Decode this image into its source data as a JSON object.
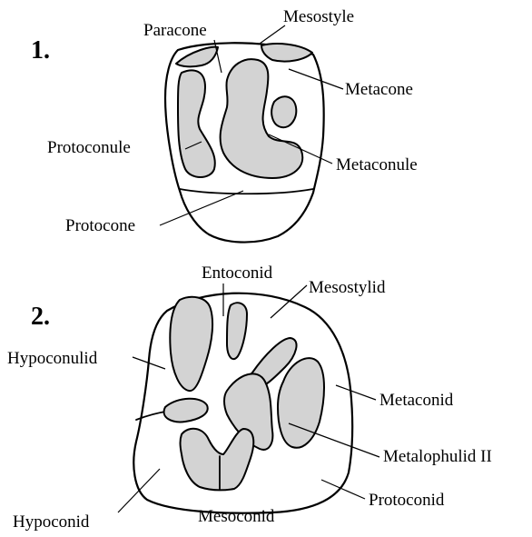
{
  "figures": [
    {
      "number": "1.",
      "labels": {
        "paracone": "Paracone",
        "mesostyle": "Mesostyle",
        "metacone": "Metacone",
        "protoconule": "Protoconule",
        "metaconule": "Metaconule",
        "protocone": "Protocone"
      }
    },
    {
      "number": "2.",
      "labels": {
        "entoconid": "Entoconid",
        "mesostylid": "Mesostylid",
        "hypoconulid": "Hypoconulid",
        "metaconid": "Metaconid",
        "metalophulid": "Metalophulid II",
        "protoconid": "Protoconid",
        "hypoconid": "Hypoconid",
        "mesoconid": "Mesoconid"
      }
    }
  ],
  "colors": {
    "fill": "#d3d3d3",
    "stroke": "#000000"
  }
}
